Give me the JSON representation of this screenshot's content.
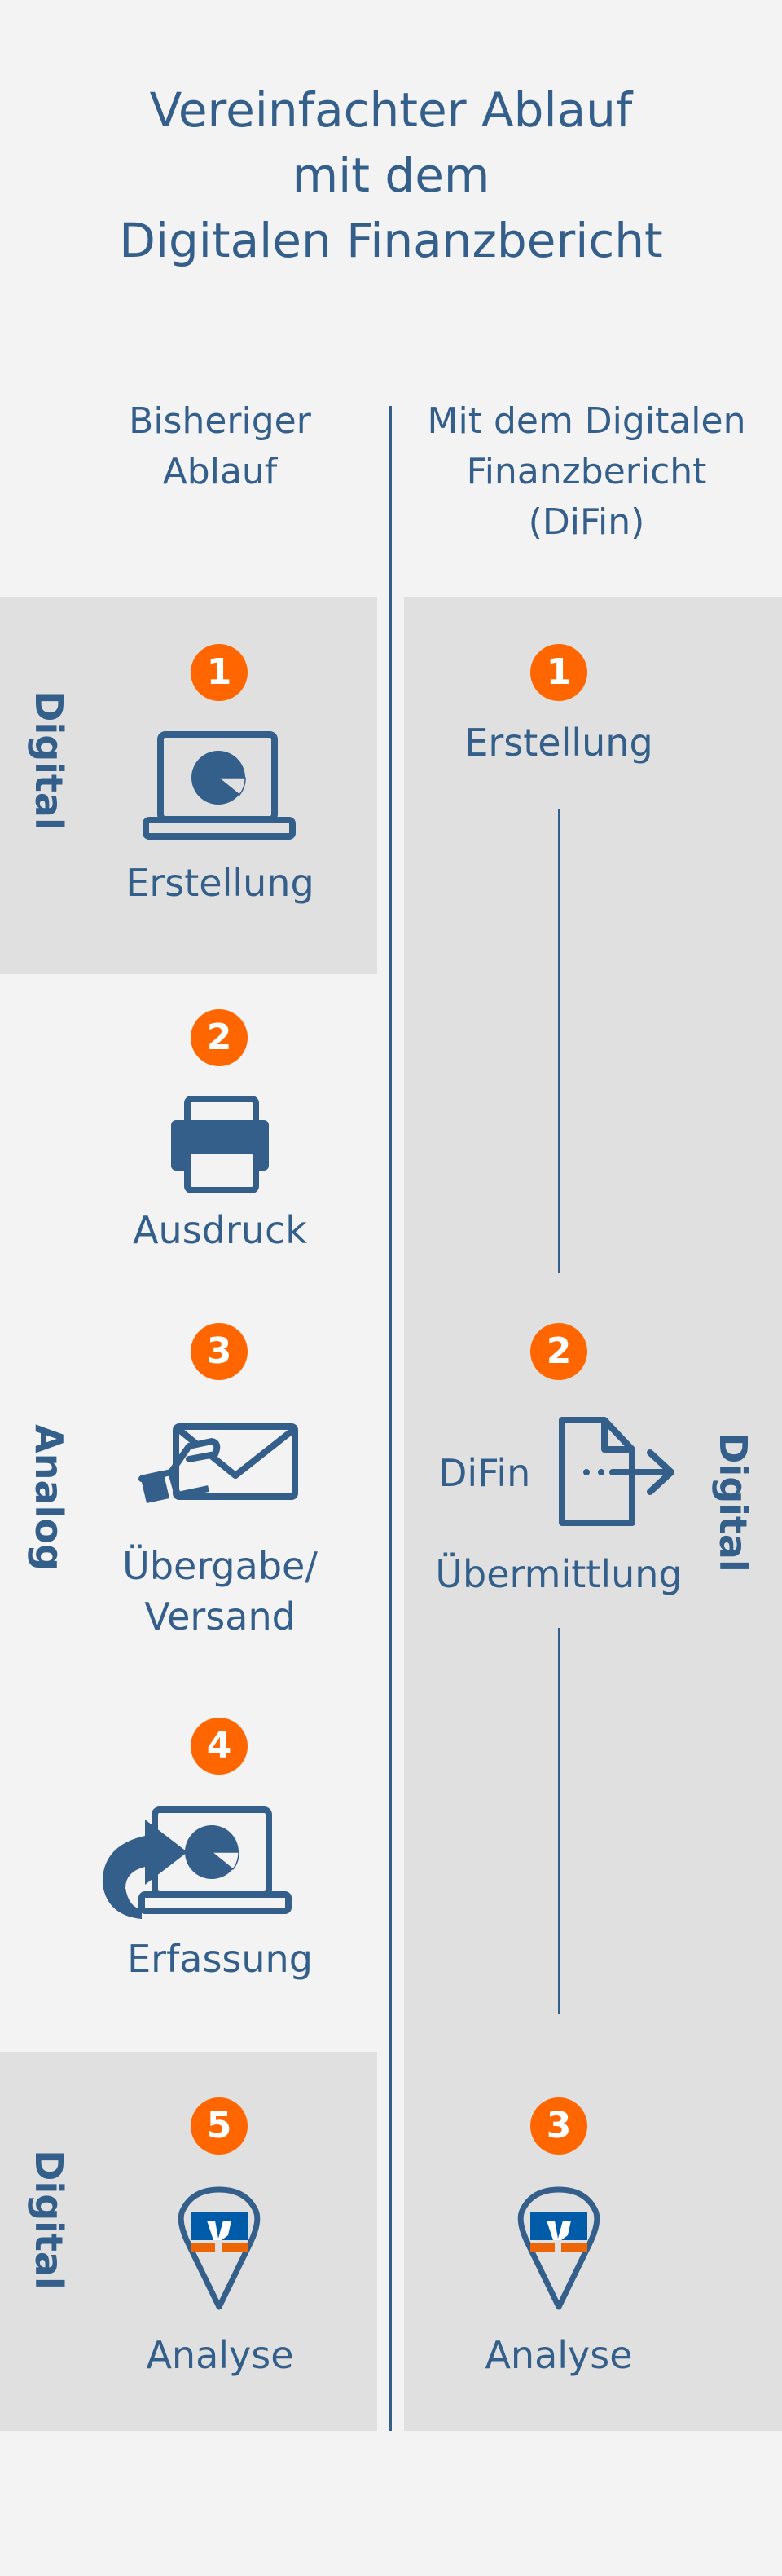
{
  "title": {
    "lines": [
      "Vereinfachter Ablauf",
      "mit dem",
      "Digitalen Finanzbericht"
    ]
  },
  "columns": {
    "left": {
      "heading_lines": [
        "Bisheriger",
        "Ablauf"
      ]
    },
    "right": {
      "heading_lines": [
        "Mit dem Digitalen",
        "Finanzbericht",
        "(DiFin)"
      ]
    }
  },
  "zones": {
    "left_top": "Digital",
    "left_middle": "Analog",
    "left_bottom": "Digital",
    "right": "Digital"
  },
  "left_steps": [
    {
      "number": "1",
      "label_lines": [
        "Erstellung"
      ],
      "icon": "laptop-pie-chart-icon"
    },
    {
      "number": "2",
      "label_lines": [
        "Ausdruck"
      ],
      "icon": "printer-icon"
    },
    {
      "number": "3",
      "label_lines": [
        "Übergabe/",
        "Versand"
      ],
      "icon": "hand-envelope-icon"
    },
    {
      "number": "4",
      "label_lines": [
        "Erfassung"
      ],
      "icon": "laptop-import-arrow-icon"
    },
    {
      "number": "5",
      "label_lines": [
        "Analyse"
      ],
      "icon": "vr-location-pin-icon"
    }
  ],
  "right_steps": [
    {
      "number": "1",
      "label_lines": [
        "Erstellung"
      ]
    },
    {
      "number": "2",
      "label_lines": [
        "Übermittlung"
      ],
      "icon_text": "DiFin",
      "icon": "document-send-icon"
    },
    {
      "number": "3",
      "label_lines": [
        "Analyse"
      ],
      "icon": "vr-location-pin-icon"
    }
  ],
  "colors": {
    "primary_blue": "#335f8a",
    "badge_orange": "#ff6600",
    "panel_gray": "#e0e0e0",
    "background": "#f3f3f3",
    "logo_blue": "#005ca9",
    "logo_orange": "#ec6608"
  }
}
